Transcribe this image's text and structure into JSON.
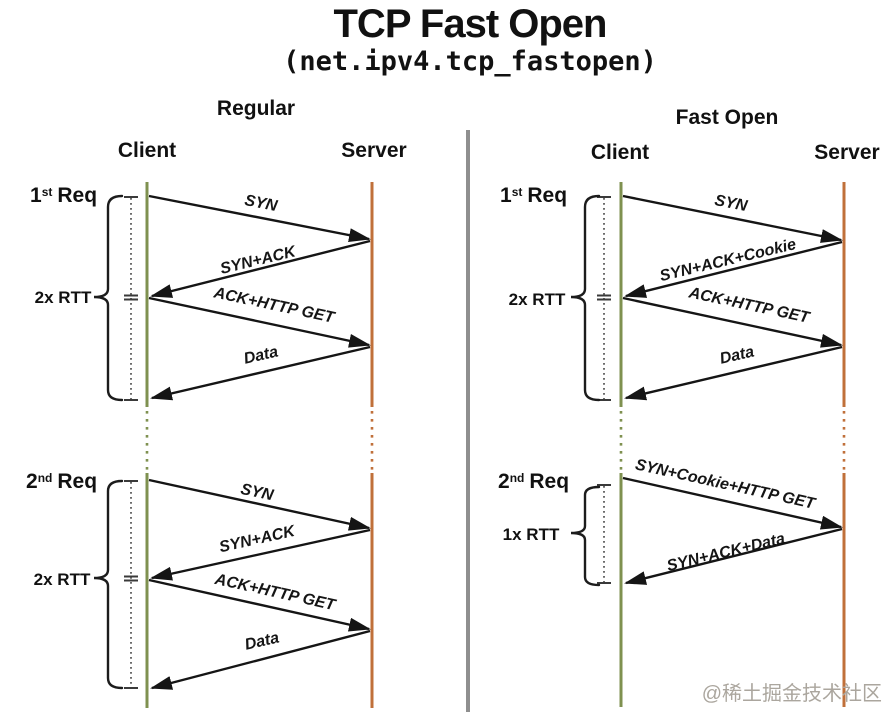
{
  "title": "TCP Fast Open",
  "subtitle": "(net.ipv4.tcp_fastopen)",
  "watermark": "@稀土掘金技术社区",
  "colors": {
    "client_lifeline": "#7f9150",
    "server_lifeline": "#c0703a",
    "divider": "#8f8f8f",
    "ink": "#151515",
    "watermark": "#aba69e"
  },
  "panels": [
    {
      "heading": "Regular",
      "client": "Client",
      "server": "Server",
      "requests": [
        {
          "label": {
            "num": "1",
            "ordinal": "st",
            "word": "Req"
          },
          "rtt": "2x RTT",
          "arrows": [
            {
              "label": "SYN",
              "from": "client",
              "to": "server"
            },
            {
              "label": "SYN+ACK",
              "from": "server",
              "to": "client"
            },
            {
              "label": "ACK+HTTP GET",
              "from": "client",
              "to": "server"
            },
            {
              "label": "Data",
              "from": "server",
              "to": "client"
            }
          ]
        },
        {
          "label": {
            "num": "2",
            "ordinal": "nd",
            "word": "Req"
          },
          "rtt": "2x RTT",
          "arrows": [
            {
              "label": "SYN",
              "from": "client",
              "to": "server"
            },
            {
              "label": "SYN+ACK",
              "from": "server",
              "to": "client"
            },
            {
              "label": "ACK+HTTP GET",
              "from": "client",
              "to": "server"
            },
            {
              "label": "Data",
              "from": "server",
              "to": "client"
            }
          ]
        }
      ]
    },
    {
      "heading": "Fast Open",
      "client": "Client",
      "server": "Server",
      "requests": [
        {
          "label": {
            "num": "1",
            "ordinal": "st",
            "word": "Req"
          },
          "rtt": "2x RTT",
          "arrows": [
            {
              "label": "SYN",
              "from": "client",
              "to": "server"
            },
            {
              "label": "SYN+ACK+Cookie",
              "from": "server",
              "to": "client"
            },
            {
              "label": "ACK+HTTP GET",
              "from": "client",
              "to": "server"
            },
            {
              "label": "Data",
              "from": "server",
              "to": "client"
            }
          ]
        },
        {
          "label": {
            "num": "2",
            "ordinal": "nd",
            "word": "Req"
          },
          "rtt": "1x RTT",
          "arrows": [
            {
              "label": "SYN+Cookie+HTTP GET",
              "from": "client",
              "to": "server"
            },
            {
              "label": "SYN+ACK+Data",
              "from": "server",
              "to": "client"
            }
          ]
        }
      ]
    }
  ]
}
